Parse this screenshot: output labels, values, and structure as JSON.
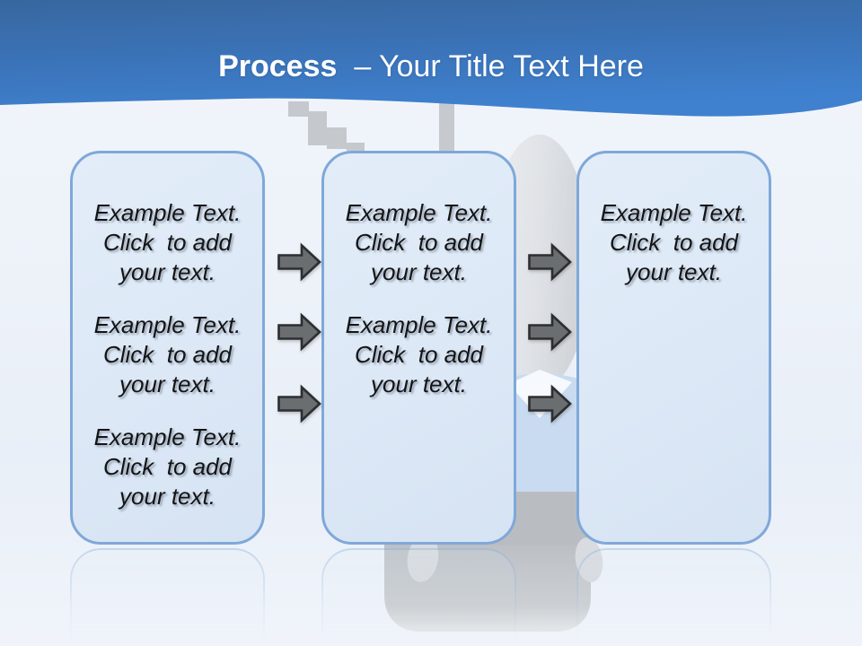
{
  "title": {
    "bold": "Process",
    "rest": "  – Your Title Text Here"
  },
  "boxes": [
    {
      "paragraphs": [
        {
          "lines": [
            "Example Text.",
            "Click  to add",
            "your text."
          ]
        },
        {
          "lines": [
            "Example Text.",
            "Click  to add",
            "your text."
          ]
        },
        {
          "lines": [
            "Example Text.",
            "Click  to add",
            "your text."
          ]
        }
      ]
    },
    {
      "paragraphs": [
        {
          "lines": [
            "Example Text.",
            "Click  to add",
            "your text."
          ]
        },
        {
          "lines": [
            "Example Text.",
            "Click  to add",
            "your text."
          ]
        }
      ]
    },
    {
      "paragraphs": [
        {
          "lines": [
            "Example Text.",
            "Click  to add",
            "your text."
          ]
        }
      ]
    }
  ],
  "arrows": {
    "count_left": 3,
    "count_right": 3,
    "direction": "right"
  },
  "colors": {
    "header_top": "#38679f",
    "header_bottom": "#3f81cf",
    "box_fill": "#dce8f6",
    "box_border": "#7fa8d9",
    "arrow_fill": "#6a6e71",
    "arrow_outline": "#2c2e30",
    "title_text": "#fdfeff",
    "body_text": "#141414"
  }
}
